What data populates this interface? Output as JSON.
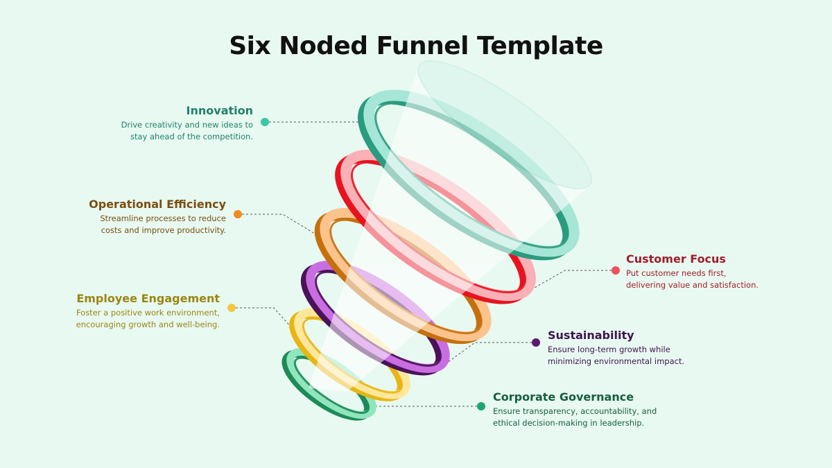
{
  "title": "Six Noded Funnel Template",
  "nodes": [
    {
      "key": "innovation",
      "title": "Innovation",
      "description": "Drive creativity and new ideas to stay ahead of the competition.",
      "line1": "Drive creativity and new ideas to",
      "line2": "stay ahead of the competition.",
      "color": "#1f7f6b",
      "dot_color": "#3cc6a6",
      "side": "left"
    },
    {
      "key": "operational-efficiency",
      "title": "Operational Efficiency",
      "description": "Streamline processes to reduce costs and improve productivity.",
      "line1": "Streamline processes to reduce",
      "line2": "costs and improve productivity.",
      "color": "#7a4e0e",
      "dot_color": "#f08c1e",
      "side": "left"
    },
    {
      "key": "employee-engagement",
      "title": "Employee Engagement",
      "description": "Foster a positive work environment, encouraging growth and well-being.",
      "line1": "Foster a positive work environment,",
      "line2": "encouraging growth and well-being.",
      "color": "#9a8513",
      "dot_color": "#f5c842",
      "side": "left"
    },
    {
      "key": "customer-focus",
      "title": "Customer Focus",
      "description": "Put customer needs first, delivering value and satisfaction.",
      "line1": "Put customer needs first,",
      "line2": "delivering value and satisfaction.",
      "color": "#a11d2a",
      "dot_color": "#f0505e",
      "side": "right"
    },
    {
      "key": "sustainability",
      "title": "Sustainability",
      "description": "Ensure long-term growth while minimizing environmental impact.",
      "line1": "Ensure long-term growth while",
      "line2": "minimizing environmental impact.",
      "color": "#3d1450",
      "dot_color": "#5a1a6e",
      "side": "right"
    },
    {
      "key": "corporate-governance",
      "title": "Corporate Governance",
      "description": "Ensure transparency, accountability, and ethical decision-making in leadership.",
      "line1": "Ensure transparency, accountability, and",
      "line2": "ethical decision-making in leadership.",
      "color": "#145e3e",
      "dot_color": "#1ea672",
      "side": "right"
    }
  ],
  "rings": [
    {
      "name": "teal",
      "light": "#a6e6d6",
      "dark": "#2a9b7e"
    },
    {
      "name": "red",
      "light": "#f9b0b6",
      "dark": "#e8131f"
    },
    {
      "name": "orange",
      "light": "#fcc48c",
      "dark": "#c4700f"
    },
    {
      "name": "purple",
      "light": "#c96ee0",
      "dark": "#4a1259"
    },
    {
      "name": "yellow",
      "light": "#fde79a",
      "dark": "#e8b514"
    },
    {
      "name": "green",
      "light": "#90e6bc",
      "dark": "#1d8a58"
    }
  ]
}
